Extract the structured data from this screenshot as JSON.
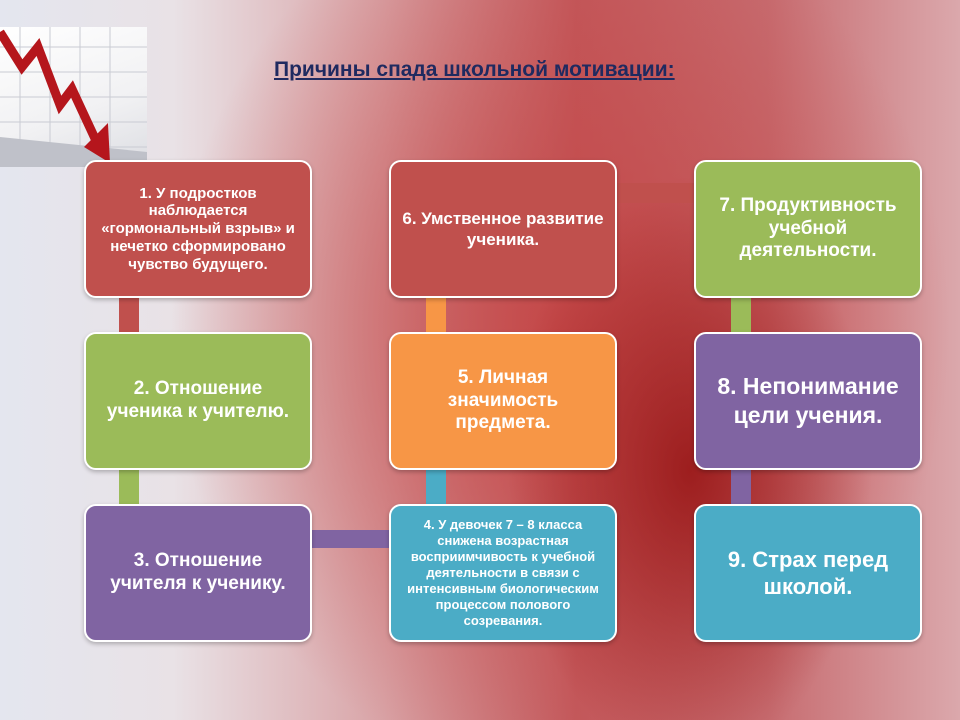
{
  "title": "Причины спада школьной мотивации:",
  "colors": {
    "red": "#c0504d",
    "green": "#9bbb59",
    "purple": "#8064a2",
    "orange": "#f79646",
    "blue": "#4bacc6"
  },
  "icons": {
    "corner_image": "declining-chart-arrow-icon"
  },
  "boxes": [
    {
      "id": "1",
      "text": "1.  У подростков наблюдается «гормональный взрыв» и нечетко сформировано чувство будущего.",
      "color": "red"
    },
    {
      "id": "2",
      "text": "2.   Отношение ученика к учителю.",
      "color": "green"
    },
    {
      "id": "3",
      "text": "3.   Отношение учителя к ученику.",
      "color": "purple"
    },
    {
      "id": "4",
      "text": "4. У девочек 7 – 8 класса снижена возрастная восприимчивость к учебной деятельности в связи с интенсивным биологическим процессом полового созревания.",
      "color": "blue"
    },
    {
      "id": "5",
      "text": "5.   Личная значимость предмета.",
      "color": "orange"
    },
    {
      "id": "6",
      "text": "6.   Умственное развитие ученика.",
      "color": "red"
    },
    {
      "id": "7",
      "text": "7. Продуктивность учебной деятельности.",
      "color": "green"
    },
    {
      "id": "8",
      "text": "8. Непонимание цели учения.",
      "color": "purple"
    },
    {
      "id": "9",
      "text": "9.   Страх перед школой.",
      "color": "blue"
    }
  ]
}
